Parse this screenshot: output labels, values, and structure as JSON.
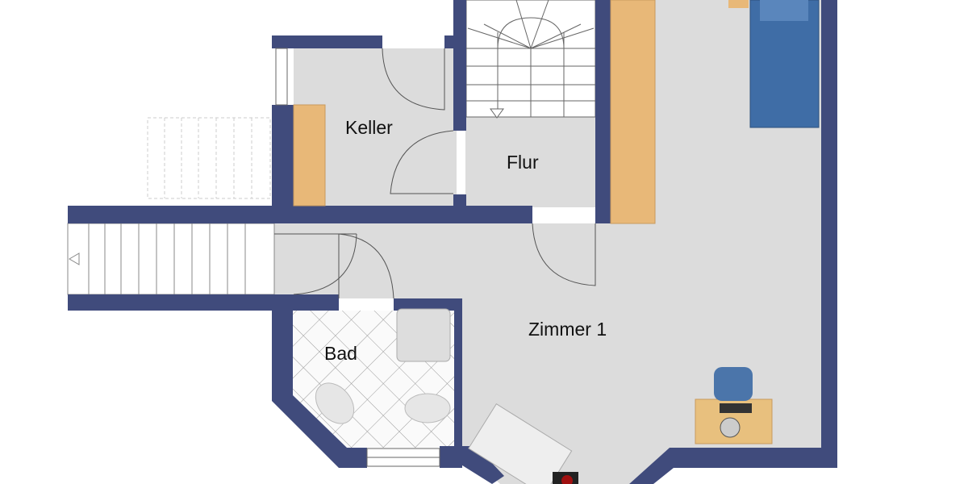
{
  "rooms": {
    "keller": "Keller",
    "flur": "Flur",
    "bad": "Bad",
    "zimmer1": "Zimmer 1"
  },
  "colors": {
    "wall": "#404b7c",
    "floor": "#dcdcdc",
    "wood": "#e8b878",
    "bed": "#3f6da6",
    "tile_bg": "#ffffff"
  }
}
